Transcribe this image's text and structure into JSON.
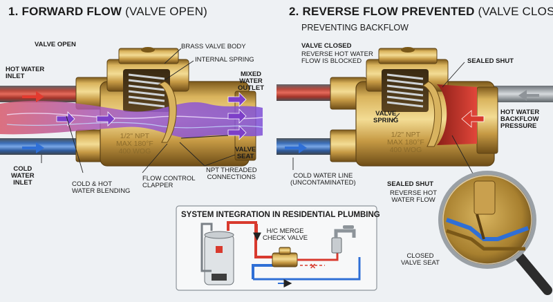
{
  "left": {
    "title_bold": "1. FORWARD FLOW",
    "title_rest": "(VALVE OPEN)",
    "labels": {
      "valve_open": "VALVE OPEN",
      "hot_inlet": "HOT WATER\nINLET",
      "cold_inlet": "COLD\nWATER\nINLET",
      "brass_body": "BRASS VALVE BODY",
      "internal_spring": "INTERNAL SPRING",
      "mixed_outlet": "MIXED\nWATER\nOUTLET",
      "valve_seat": "VALVE\nSEAT",
      "npt": "NPT THREADED\nCONNECTIONS",
      "clapper": "FLOW CONTROL\nCLAPPER",
      "blending": "COLD & HOT\nWATER BLENDING"
    },
    "engraving": "1/2\" NPT\nMAX 180°F\n400 WOG"
  },
  "right": {
    "title_bold": "2. REVERSE FLOW PREVENTED",
    "title_rest": "(VALVE CLOSED)",
    "subtitle": "PREVENTING BACKFLOW",
    "labels": {
      "valve_closed": "VALVE CLOSED",
      "closed_desc": "REVERSE HOT WATER\nFLOW IS BLOCKED",
      "sealed_shut": "SEALED SHUT",
      "valve_spring": "VALVE\nSPRING",
      "backflow": "HOT WATER\nBACKFLOW\nPRESSURE",
      "cold_line": "COLD WATER LINE\n(UNCONTAMINATED)",
      "sealed_shut_2": "SEALED SHUT",
      "reverse_hot": "REVERSE HOT\nWATER FLOW",
      "closed_seat": "CLOSED\nVALVE SEAT"
    },
    "engraving": "1/2\" NPT\nMAX 180°F\n400 WOG"
  },
  "inset": {
    "title": "SYSTEM INTEGRATION IN RESIDENTIAL PLUMBING",
    "merge_label": "H/C MERGE\nCHECK VALVE"
  },
  "colors": {
    "brass": "#c9a04e",
    "brass_dark": "#8a6424",
    "hot": "#d83a2e",
    "cold": "#2f6fd6",
    "mixed": "#9b5bd0",
    "background": "#eef1f4"
  }
}
